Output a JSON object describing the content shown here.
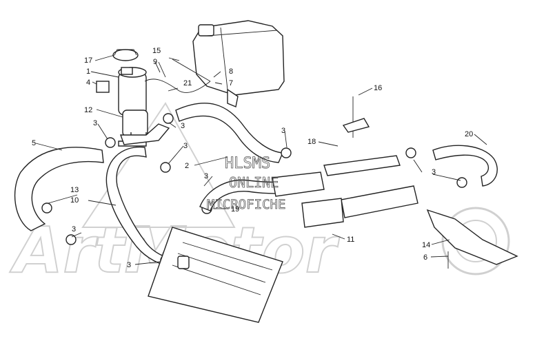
{
  "diagram": {
    "watermark": {
      "brand_logo": "ArtMotor",
      "line1": "HLSMS",
      "line2": "ONLINE",
      "line3": "MICROFICHE"
    },
    "callouts": {
      "c1": "1",
      "c3a": "3",
      "c3b": "3",
      "c3c": "3",
      "c3d": "3",
      "c3e": "3",
      "c3f": "3",
      "c3g": "3",
      "c4": "4",
      "c5": "5",
      "c6": "6",
      "c7": "7",
      "c8": "8",
      "c9": "9",
      "c10": "10",
      "c11": "11",
      "c12": "12",
      "c13": "13",
      "c14": "14",
      "c15": "15",
      "c16": "16",
      "c17": "17",
      "c18": "18",
      "c19": "19",
      "c20": "20",
      "c21": "21",
      "c2": "2"
    }
  }
}
